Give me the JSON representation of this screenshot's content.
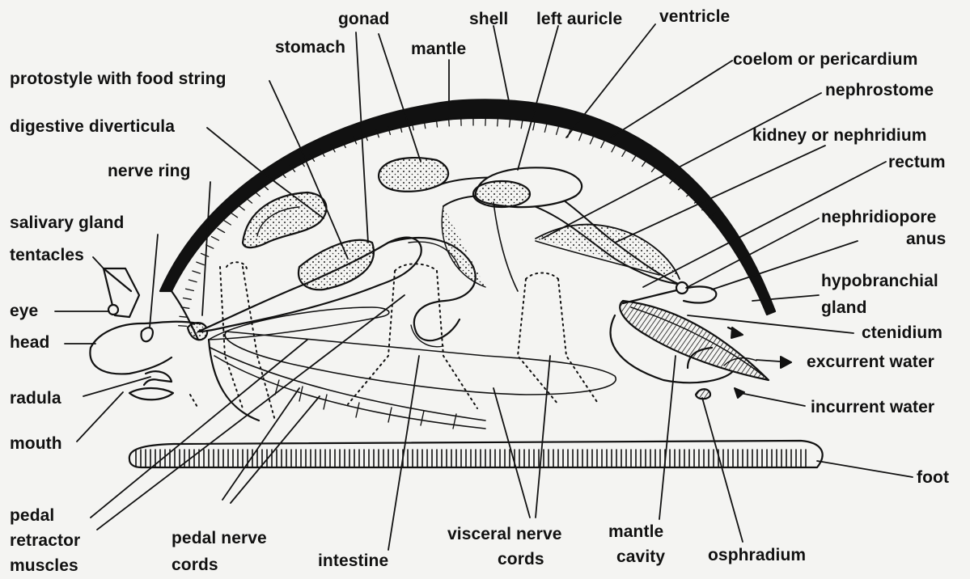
{
  "labels": {
    "gonad": "gonad",
    "shell": "shell",
    "left_auricle": "left auricle",
    "ventricle": "ventricle",
    "stomach": "stomach",
    "mantle": "mantle",
    "coelom": "coelom or pericardium",
    "protostyle": "protostyle with food string",
    "nephrostome": "nephrostome",
    "digestive_diverticula": "digestive diverticula",
    "kidney": "kidney or nephridium",
    "rectum": "rectum",
    "nerve_ring": "nerve ring",
    "salivary_gland": "salivary gland",
    "nephridiopore": "nephridiopore",
    "anus": "anus",
    "tentacles": "tentacles",
    "hypobranchial_line1": "hypobranchial",
    "hypobranchial_line2": "gland",
    "eye": "eye",
    "ctenidium": "ctenidium",
    "head": "head",
    "excurrent_water": "excurrent water",
    "radula": "radula",
    "incurrent_water": "incurrent water",
    "mouth": "mouth",
    "foot": "foot",
    "pedal_retractor_line1": "pedal",
    "pedal_retractor_line2": "retractor",
    "pedal_retractor_line3": "muscles",
    "pedal_nerve_line1": "pedal nerve",
    "pedal_nerve_line2": "cords",
    "intestine": "intestine",
    "visceral_nerve_line1": "visceral nerve",
    "visceral_nerve_line2": "cords",
    "mantle_cavity_line1": "mantle",
    "mantle_cavity_line2": "cavity",
    "osphradium": "osphradium"
  },
  "colors": {
    "ink": "#111111",
    "paper": "#f4f4f2"
  }
}
